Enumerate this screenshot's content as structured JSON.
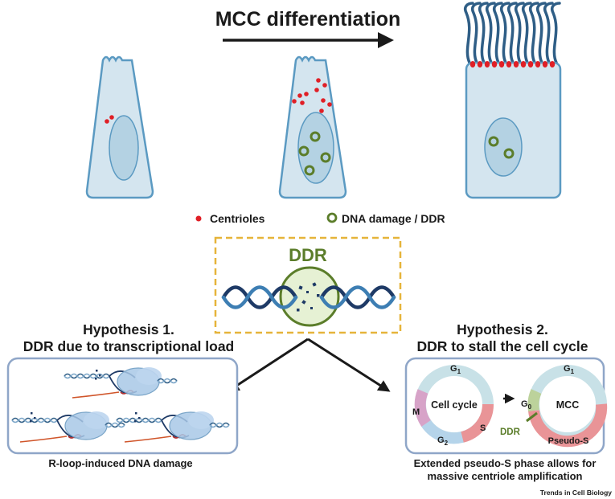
{
  "title": "MCC differentiation",
  "legend": {
    "centrioles": "Centrioles",
    "dna_damage": "DNA damage / DDR"
  },
  "ddr_box": {
    "label": "DDR"
  },
  "hypothesis1": {
    "title_line1": "Hypothesis 1.",
    "title_line2": "DDR due to transcriptional load",
    "caption": "R-loop-induced DNA damage"
  },
  "hypothesis2": {
    "title_line1": "Hypothesis 2.",
    "title_line2": "DDR to stall the cell cycle",
    "cycle_left": {
      "center": "Cell cycle",
      "g1": "G",
      "g1_sub": "1",
      "s": "S",
      "g2": "G",
      "g2_sub": "2",
      "m": "M"
    },
    "cycle_right": {
      "center": "MCC",
      "g1": "G",
      "g1_sub": "1",
      "g0": "G",
      "g0_sub": "0",
      "pseudo_s": "Pseudo-S",
      "ddr": "DDR"
    },
    "caption_line1": "Extended pseudo-S phase allows for",
    "caption_line2": "massive centriole amplification"
  },
  "journal": "Trends in Cell Biology",
  "colors": {
    "cell_fill": "#d4e5ef",
    "cell_stroke": "#5b9ac2",
    "nucleus_fill": "#b4d2e3",
    "centriole": "#e01f26",
    "damage": "#5b7d2a",
    "cilia": "#2f5e86",
    "dashed_box": "#e6b43a",
    "g1": "#c8e1e7",
    "s": "#e99497",
    "g2": "#b5d4ea",
    "m": "#d7a3c8",
    "g0": "#bcd29b"
  }
}
